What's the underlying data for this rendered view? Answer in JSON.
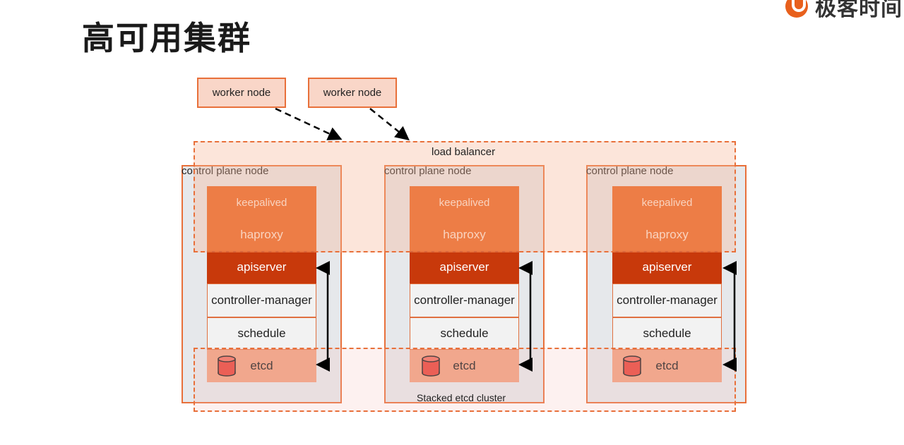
{
  "title": "高可用集群",
  "logo": {
    "text": "极客时间",
    "icon": "geektime-logo-icon"
  },
  "workers": [
    "worker node",
    "worker node"
  ],
  "load_balancer_label": "load balancer",
  "stacked_cluster_label": "Stacked etcd cluster",
  "control_plane_nodes": [
    {
      "label": "control plane node",
      "keepalived": "keepalived",
      "haproxy": "haproxy",
      "apiserver": "apiserver",
      "controller": "controller-manager",
      "schedule": "schedule",
      "etcd": "etcd"
    },
    {
      "label": "control plane node",
      "keepalived": "keepalived",
      "haproxy": "haproxy",
      "apiserver": "apiserver",
      "controller": "controller-manager",
      "schedule": "schedule",
      "etcd": "etcd"
    },
    {
      "label": "control plane node",
      "keepalived": "keepalived",
      "haproxy": "haproxy",
      "apiserver": "apiserver",
      "controller": "controller-manager",
      "schedule": "schedule",
      "etcd": "etcd"
    }
  ],
  "colors": {
    "accent": "#e8601c",
    "apiserver": "#c8390b",
    "etcd": "#f0a080",
    "worker_fill": "#f9d6c8",
    "database_icon": "#e8453a"
  }
}
